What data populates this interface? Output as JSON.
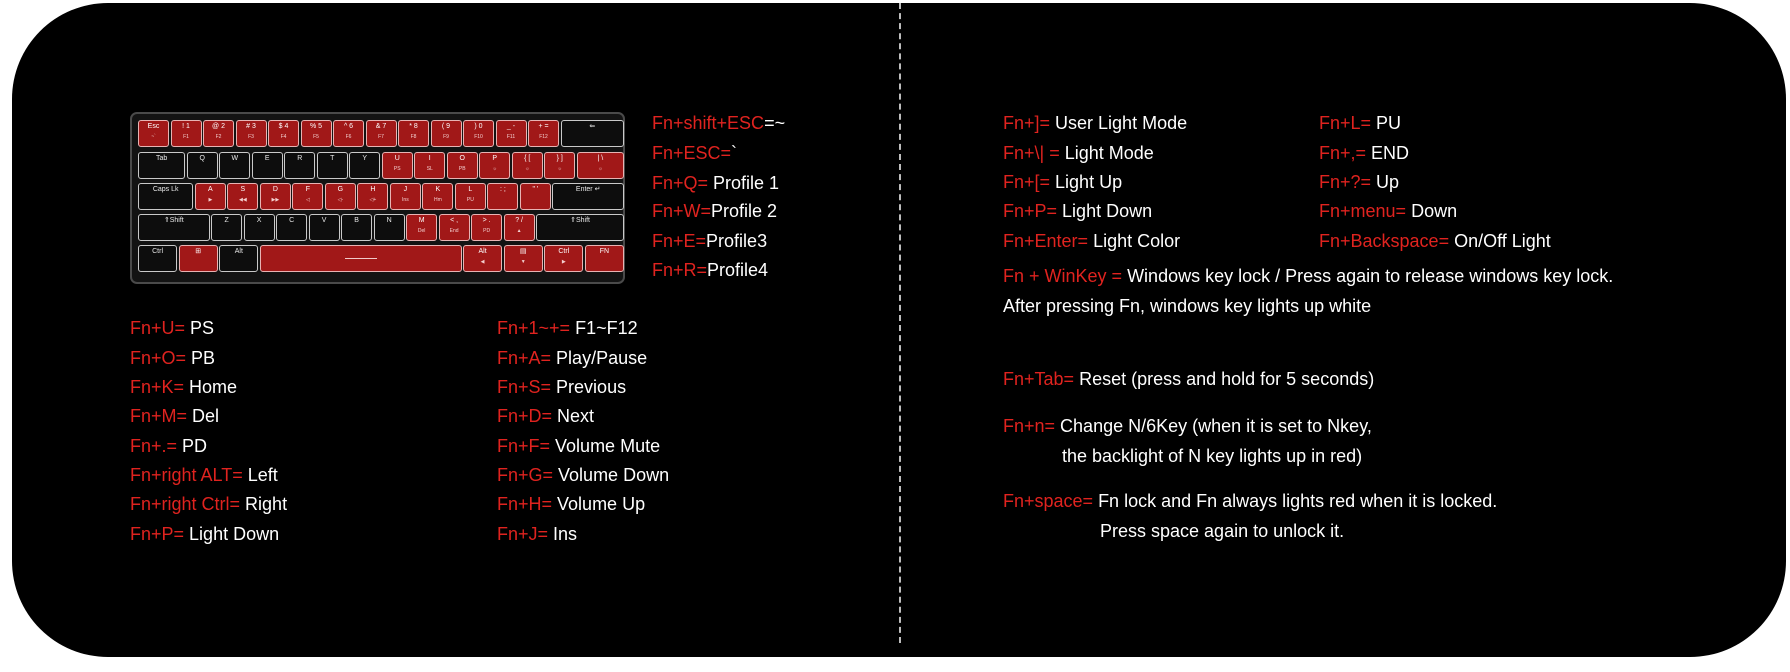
{
  "keyboard": {
    "rows": [
      [
        {
          "t": "Esc",
          "s": "~`",
          "red": true
        },
        {
          "t": "! 1",
          "s": "F1",
          "red": true
        },
        {
          "t": "@ 2",
          "s": "F2",
          "red": true
        },
        {
          "t": "# 3",
          "s": "F3",
          "red": true
        },
        {
          "t": "$ 4",
          "s": "F4",
          "red": true
        },
        {
          "t": "% 5",
          "s": "F5",
          "red": true
        },
        {
          "t": "^ 6",
          "s": "F6",
          "red": true
        },
        {
          "t": "& 7",
          "s": "F7",
          "red": true
        },
        {
          "t": "* 8",
          "s": "F8",
          "red": true
        },
        {
          "t": "( 9",
          "s": "F9",
          "red": true
        },
        {
          "t": ") 0",
          "s": "F10",
          "red": true
        },
        {
          "t": "_ -",
          "s": "F11",
          "red": true
        },
        {
          "t": "+ =",
          "s": "F12",
          "red": true
        },
        {
          "t": "⇐",
          "s": "",
          "red": false
        }
      ],
      [
        {
          "t": "Tab",
          "s": "",
          "red": false
        },
        {
          "t": "Q",
          "s": "",
          "red": false
        },
        {
          "t": "W",
          "s": "",
          "red": false
        },
        {
          "t": "E",
          "s": "",
          "red": false
        },
        {
          "t": "R",
          "s": "",
          "red": false
        },
        {
          "t": "T",
          "s": "",
          "red": false
        },
        {
          "t": "Y",
          "s": "",
          "red": false
        },
        {
          "t": "U",
          "s": "PS",
          "red": true
        },
        {
          "t": "I",
          "s": "SL",
          "red": true
        },
        {
          "t": "O",
          "s": "PB",
          "red": true
        },
        {
          "t": "P",
          "s": "☼",
          "red": true
        },
        {
          "t": "{ [",
          "s": "☼",
          "red": true
        },
        {
          "t": "} ]",
          "s": "☼",
          "red": true
        },
        {
          "t": "| \\",
          "s": "☼",
          "red": true
        }
      ],
      [
        {
          "t": "Caps Lk",
          "s": "",
          "red": false
        },
        {
          "t": "A",
          "s": "▶",
          "red": true
        },
        {
          "t": "S",
          "s": "◀◀",
          "red": true
        },
        {
          "t": "D",
          "s": "▶▶",
          "red": true
        },
        {
          "t": "F",
          "s": "◁",
          "red": true
        },
        {
          "t": "G",
          "s": "◁-",
          "red": true
        },
        {
          "t": "H",
          "s": "◁+",
          "red": true
        },
        {
          "t": "J",
          "s": "Ins",
          "red": true
        },
        {
          "t": "K",
          "s": "Hm",
          "red": true
        },
        {
          "t": "L",
          "s": "PU",
          "red": true
        },
        {
          "t": ": ;",
          "s": "",
          "red": true
        },
        {
          "t": "\" '",
          "s": "",
          "red": true
        },
        {
          "t": "Enter ↵",
          "s": "",
          "red": false
        }
      ],
      [
        {
          "t": "⇑Shift",
          "s": "",
          "red": false
        },
        {
          "t": "Z",
          "s": "",
          "red": false
        },
        {
          "t": "X",
          "s": "",
          "red": false
        },
        {
          "t": "C",
          "s": "",
          "red": false
        },
        {
          "t": "V",
          "s": "",
          "red": false
        },
        {
          "t": "B",
          "s": "",
          "red": false
        },
        {
          "t": "N",
          "s": "",
          "red": false
        },
        {
          "t": "M",
          "s": "Del",
          "red": true
        },
        {
          "t": "< ,",
          "s": "End",
          "red": true
        },
        {
          "t": "> .",
          "s": "PD",
          "red": true
        },
        {
          "t": "? /",
          "s": "▲",
          "red": true
        },
        {
          "t": "⇑Shift",
          "s": "",
          "red": false
        }
      ],
      [
        {
          "t": "Ctrl",
          "s": "",
          "red": false
        },
        {
          "t": "⊞",
          "s": "",
          "red": true
        },
        {
          "t": "Alt",
          "s": "",
          "red": false
        },
        {
          "t": "",
          "s": "",
          "red": true
        },
        {
          "t": "Alt",
          "s": "◀",
          "red": true
        },
        {
          "t": "▤",
          "s": "▼",
          "red": true
        },
        {
          "t": "Ctrl",
          "s": "▶",
          "red": true
        },
        {
          "t": "FN",
          "s": "",
          "red": true
        }
      ]
    ]
  },
  "top_shortcuts": [
    {
      "key": "Fn+shift+ESC",
      "value": "=~"
    },
    {
      "key": "Fn+ESC=",
      "value": "`"
    },
    {
      "key": "Fn+Q=",
      "value": " Profile 1"
    },
    {
      "key": "Fn+W=",
      "value": "Profile 2"
    },
    {
      "key": "Fn+E=",
      "value": "Profile3"
    },
    {
      "key": "Fn+R=",
      "value": "Profile4"
    }
  ],
  "left_col1": [
    {
      "key": "Fn+U=",
      "value": " PS"
    },
    {
      "key": "Fn+O=",
      "value": " PB"
    },
    {
      "key": "Fn+K=",
      "value": " Home"
    },
    {
      "key": "Fn+M=",
      "value": " Del"
    },
    {
      "key": "Fn+.=",
      "value": " PD"
    },
    {
      "key": "Fn+right ALT=",
      "value": " Left"
    },
    {
      "key": "Fn+right Ctrl=",
      "value": " Right"
    },
    {
      "key": "Fn+P=",
      "value": " Light Down"
    }
  ],
  "left_col2": [
    {
      "key": "Fn+1~+=",
      "value": "  F1~F12"
    },
    {
      "key": "Fn+A=",
      "value": "  Play/Pause"
    },
    {
      "key": "Fn+S=",
      "value": " Previous"
    },
    {
      "key": "Fn+D=",
      "value": " Next"
    },
    {
      "key": "Fn+F=",
      "value": " Volume Mute"
    },
    {
      "key": "Fn+G=",
      "value": " Volume Down"
    },
    {
      "key": "Fn+H=",
      "value": " Volume Up"
    },
    {
      "key": "Fn+J=",
      "value": " Ins"
    }
  ],
  "right_col1": [
    {
      "key": "Fn+]=",
      "value": " User Light Mode"
    },
    {
      "key": "Fn+\\| =",
      "value": " Light Mode"
    },
    {
      "key": "Fn+[=",
      "value": " Light Up"
    },
    {
      "key": "Fn+P=",
      "value": "  Light Down"
    },
    {
      "key": "Fn+Enter=",
      "value": "  Light Color"
    }
  ],
  "right_col2": [
    {
      "key": "Fn+L=",
      "value": " PU"
    },
    {
      "key": "Fn+,=",
      "value": " END"
    },
    {
      "key": "Fn+?=",
      "value": " Up"
    },
    {
      "key": "Fn+menu=",
      "value": " Down"
    },
    {
      "key": "Fn+Backspace=",
      "value": " On/Off Light"
    }
  ],
  "winkey": {
    "key": "Fn + WinKey =",
    "value": " Windows key lock / Press again to release windows key lock.",
    "line2": "After pressing Fn, windows key lights up white"
  },
  "reset": {
    "key": "Fn+Tab=",
    "value": " Reset (press and hold for 5 seconds)"
  },
  "nkey": {
    "key": "Fn+n=",
    "value": " Change N/6Key (when it is set to Nkey,",
    "line2": "the backlight of N key lights up in red)"
  },
  "space": {
    "key": "Fn+space=",
    "value": " Fn lock and Fn always lights red when it is locked.",
    "line2": "Press space again to unlock it."
  }
}
